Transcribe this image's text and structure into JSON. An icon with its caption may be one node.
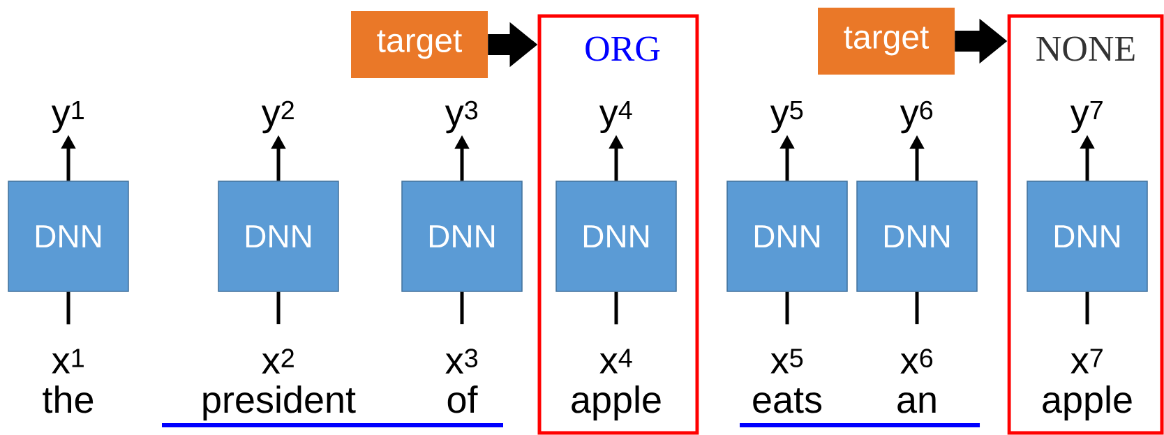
{
  "diagram": {
    "nodes": [
      {
        "text": [
          "target"
        ]
      },
      {
        "text": [],
        "shape": "box"
      },
      {
        "text": [
          "ORG"
        ],
        "in": 1
      },
      {
        "text": [
          "target"
        ]
      },
      {
        "text": [],
        "shape": "box"
      },
      {
        "text": [
          "NONE"
        ],
        "in": 4
      },
      {
        "text": [
          "y$^{1}$"
        ]
      },
      {
        "text": [
          "DNN"
        ]
      },
      {
        "text": [
          "x$^{1}$"
        ],
        "beside": [
          "the"
        ]
      },
      {
        "text": [
          "y$^{2}$"
        ]
      },
      {
        "text": [
          "DNN"
        ]
      },
      {
        "text": [
          "x$^{2}$"
        ],
        "beside": [
          "president"
        ]
      },
      {
        "text": [
          "y$^{3}$"
        ]
      },
      {
        "text": [
          "DNN"
        ]
      },
      {
        "text": [
          "x$^{3}$"
        ],
        "beside": [
          "of"
        ]
      },
      {
        "text": [
          "y$^{4}$"
        ],
        "in": 1
      },
      {
        "text": [
          "DNN"
        ],
        "in": 1
      },
      {
        "text": [
          "x$^{4}$"
        ],
        "beside": [
          "apple"
        ],
        "in": 1
      },
      {
        "text": [
          "y$^{5}$"
        ]
      },
      {
        "text": [
          "DNN"
        ]
      },
      {
        "text": [
          "x$^{5}$"
        ],
        "beside": [
          "eats"
        ]
      },
      {
        "text": [
          "y$^{6}$"
        ]
      },
      {
        "text": [
          "DNN"
        ]
      },
      {
        "text": [
          "x$^{6}$"
        ],
        "beside": [
          "an"
        ]
      },
      {
        "text": [
          "y$^{7}$"
        ],
        "in": 4
      },
      {
        "text": [
          "DNN"
        ],
        "in": 4
      },
      {
        "text": [
          "x$^{7}$"
        ],
        "beside": [
          "apple"
        ],
        "in": 4
      }
    ],
    "edges": [
      {
        "from": 0,
        "to": 1,
        "arrow": "to",
        "style": "thick"
      },
      {
        "from": 3,
        "to": 4,
        "arrow": "to",
        "style": "thick"
      },
      {
        "from": 7,
        "to": 6,
        "arrow": "to"
      },
      {
        "from": 8,
        "to": 7,
        "arrow": "none"
      },
      {
        "from": 10,
        "to": 9,
        "arrow": "to"
      },
      {
        "from": 11,
        "to": 10,
        "arrow": "none"
      },
      {
        "from": 13,
        "to": 12,
        "arrow": "to"
      },
      {
        "from": 14,
        "to": 13,
        "arrow": "none"
      },
      {
        "from": 16,
        "to": 15,
        "arrow": "to"
      },
      {
        "from": 17,
        "to": 16,
        "arrow": "none"
      },
      {
        "from": 19,
        "to": 18,
        "arrow": "to"
      },
      {
        "from": 20,
        "to": 19,
        "arrow": "none"
      },
      {
        "from": 22,
        "to": 21,
        "arrow": "to"
      },
      {
        "from": 23,
        "to": 22,
        "arrow": "none"
      },
      {
        "from": 25,
        "to": 24,
        "arrow": "to"
      },
      {
        "from": 26,
        "to": 25,
        "arrow": "none"
      }
    ]
  }
}
